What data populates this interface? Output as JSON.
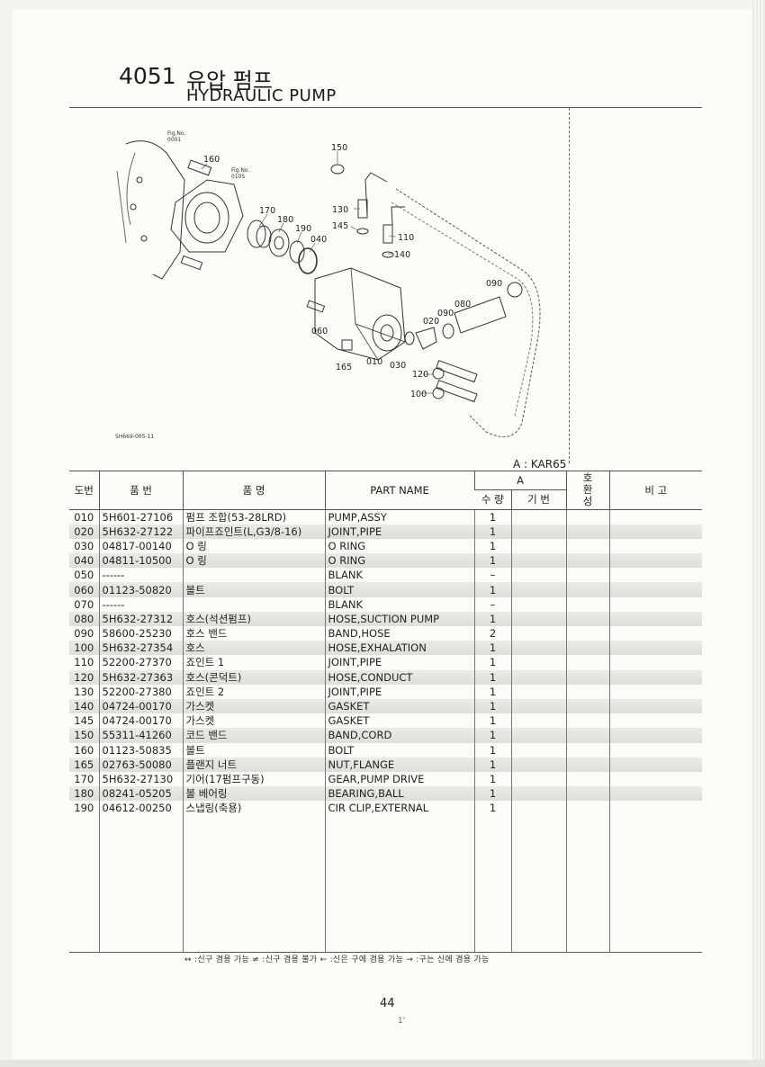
{
  "header": {
    "section_number": "4051",
    "title_korean": "유압 펌프",
    "title_english": "HYDRAULIC PUMP"
  },
  "diagram": {
    "callouts": [
      "150",
      "160",
      "170",
      "180",
      "190",
      "040",
      "130",
      "145",
      "110",
      "140",
      "090",
      "080",
      "090",
      "020",
      "060",
      "165",
      "010",
      "030",
      "120",
      "100"
    ],
    "fig_ref_1": "Fig.No.\n0001",
    "fig_ref_2": "Fig.No.\n0105",
    "drawing_code": "5H669-005-11"
  },
  "model_note": "A : KAR65",
  "table": {
    "headers": {
      "ref": "도번",
      "part_number": "품 번",
      "name_korean": "품 명",
      "part_name": "PART NAME",
      "group_a": "A",
      "qty": "수 량",
      "base": "기 번",
      "compat": "호\n환\n성",
      "remarks": "비 고"
    },
    "rows": [
      {
        "ref": "010",
        "part_no": "5H601-27106",
        "name_kr": "펌프 조합(53-28LRD)",
        "name_en": "PUMP,ASSY",
        "qty": "1"
      },
      {
        "ref": "020",
        "part_no": "5H632-27122",
        "name_kr": "파이프죠인트(L,G3/8-16)",
        "name_en": "JOINT,PIPE",
        "qty": "1"
      },
      {
        "ref": "030",
        "part_no": "04817-00140",
        "name_kr": "O 링",
        "name_en": "O RING",
        "qty": "1"
      },
      {
        "ref": "040",
        "part_no": "04811-10500",
        "name_kr": "O 링",
        "name_en": "O RING",
        "qty": "1"
      },
      {
        "ref": "050",
        "part_no": "------",
        "name_kr": "",
        "name_en": "BLANK",
        "qty": "–"
      },
      {
        "ref": "060",
        "part_no": "01123-50820",
        "name_kr": "볼트",
        "name_en": "BOLT",
        "qty": "1"
      },
      {
        "ref": "070",
        "part_no": "------",
        "name_kr": "",
        "name_en": "BLANK",
        "qty": "–"
      },
      {
        "ref": "080",
        "part_no": "5H632-27312",
        "name_kr": "호스(석션펌프)",
        "name_en": "HOSE,SUCTION PUMP",
        "qty": "1"
      },
      {
        "ref": "090",
        "part_no": "58600-25230",
        "name_kr": "호스 밴드",
        "name_en": "BAND,HOSE",
        "qty": "2"
      },
      {
        "ref": "100",
        "part_no": "5H632-27354",
        "name_kr": "호스",
        "name_en": "HOSE,EXHALATION",
        "qty": "1"
      },
      {
        "ref": "110",
        "part_no": "52200-27370",
        "name_kr": "죠인트 1",
        "name_en": "JOINT,PIPE",
        "qty": "1"
      },
      {
        "ref": "120",
        "part_no": "5H632-27363",
        "name_kr": "호스(콘덕트)",
        "name_en": "HOSE,CONDUCT",
        "qty": "1"
      },
      {
        "ref": "130",
        "part_no": "52200-27380",
        "name_kr": "죠인트 2",
        "name_en": "JOINT,PIPE",
        "qty": "1"
      },
      {
        "ref": "140",
        "part_no": "04724-00170",
        "name_kr": "가스켓",
        "name_en": "GASKET",
        "qty": "1"
      },
      {
        "ref": "145",
        "part_no": "04724-00170",
        "name_kr": "가스켓",
        "name_en": "GASKET",
        "qty": "1"
      },
      {
        "ref": "150",
        "part_no": "55311-41260",
        "name_kr": "코드 밴드",
        "name_en": "BAND,CORD",
        "qty": "1"
      },
      {
        "ref": "160",
        "part_no": "01123-50835",
        "name_kr": "볼트",
        "name_en": "BOLT",
        "qty": "1"
      },
      {
        "ref": "165",
        "part_no": "02763-50080",
        "name_kr": "플랜지 너트",
        "name_en": "NUT,FLANGE",
        "qty": "1"
      },
      {
        "ref": "170",
        "part_no": "5H632-27130",
        "name_kr": "기어(17펌프구동)",
        "name_en": "GEAR,PUMP DRIVE",
        "qty": "1"
      },
      {
        "ref": "180",
        "part_no": "08241-05205",
        "name_kr": "볼 베어링",
        "name_en": "BEARING,BALL",
        "qty": "1"
      },
      {
        "ref": "190",
        "part_no": "04612-00250",
        "name_kr": "스냅링(축용)",
        "name_en": "CIR CLIP,EXTERNAL",
        "qty": "1"
      }
    ]
  },
  "legend": "↔ :신구 겸용 가능    ≠ :신구 겸용 불가    ← :신은 구에 겸용 가능    → :구는 신에 겸용 가능",
  "page_number": "44",
  "footer_mark": "1'"
}
